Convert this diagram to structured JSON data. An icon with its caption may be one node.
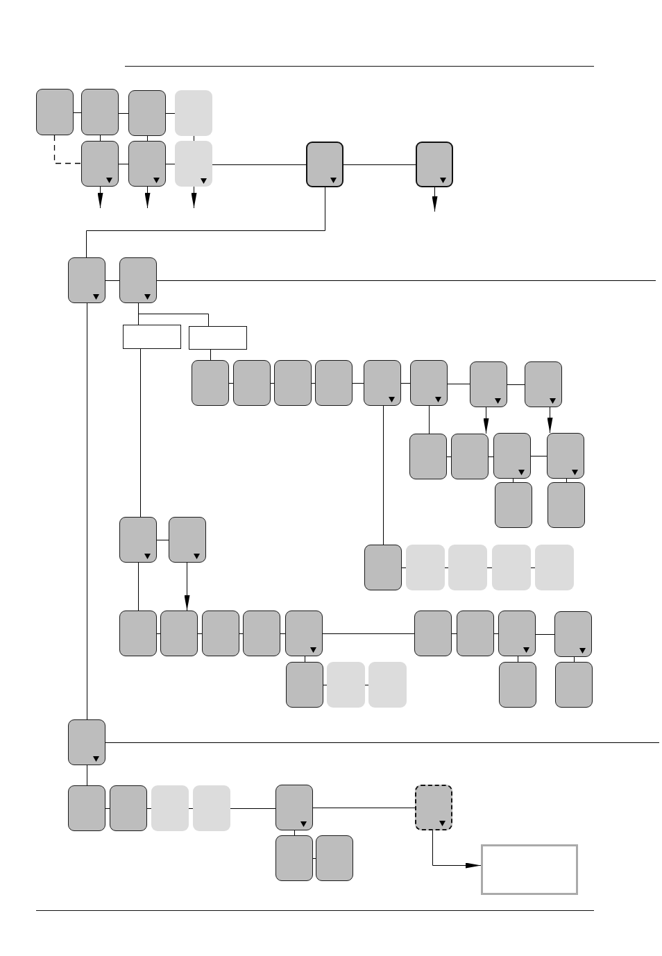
{
  "diagram": {
    "nodes": [
      {
        "text": [],
        "shape": "box"
      },
      {
        "text": [],
        "shape": "box"
      },
      {
        "text": [],
        "shape": "box"
      },
      {
        "text": [],
        "shape": "box"
      },
      {
        "text": [],
        "shape": "box"
      },
      {
        "text": [],
        "shape": "box"
      },
      {
        "text": [],
        "shape": "box"
      },
      {
        "text": [],
        "shape": "box"
      },
      {
        "text": [],
        "shape": "box"
      },
      {
        "text": [],
        "shape": "box"
      },
      {
        "text": [],
        "shape": "box"
      },
      {
        "text": [],
        "shape": "rectangle"
      },
      {
        "text": [],
        "shape": "rectangle"
      },
      {
        "text": [],
        "shape": "box"
      },
      {
        "text": [],
        "shape": "box"
      },
      {
        "text": [],
        "shape": "box"
      },
      {
        "text": [],
        "shape": "box"
      },
      {
        "text": [],
        "shape": "box"
      },
      {
        "text": [],
        "shape": "box"
      },
      {
        "text": [],
        "shape": "box"
      },
      {
        "text": [],
        "shape": "box"
      },
      {
        "text": [],
        "shape": "box"
      },
      {
        "text": [],
        "shape": "box"
      },
      {
        "text": [],
        "shape": "box"
      },
      {
        "text": [],
        "shape": "box"
      },
      {
        "text": [],
        "shape": "box"
      },
      {
        "text": [],
        "shape": "box"
      },
      {
        "text": [],
        "shape": "box"
      },
      {
        "text": [],
        "shape": "box"
      },
      {
        "text": [],
        "shape": "box"
      },
      {
        "text": [],
        "shape": "box"
      },
      {
        "text": [],
        "shape": "box"
      },
      {
        "text": [],
        "shape": "box"
      },
      {
        "text": [],
        "shape": "box"
      },
      {
        "text": [],
        "shape": "box"
      },
      {
        "text": [],
        "shape": "box"
      },
      {
        "text": [],
        "shape": "box"
      },
      {
        "text": [],
        "shape": "box"
      },
      {
        "text": [],
        "shape": "box"
      },
      {
        "text": [],
        "shape": "box"
      },
      {
        "text": [],
        "shape": "box"
      },
      {
        "text": [],
        "shape": "box"
      },
      {
        "text": [],
        "shape": "box"
      },
      {
        "text": [],
        "shape": "box"
      },
      {
        "text": [],
        "shape": "box"
      },
      {
        "text": [],
        "shape": "box"
      },
      {
        "text": [],
        "shape": "box"
      },
      {
        "text": [],
        "shape": "box"
      },
      {
        "text": [],
        "shape": "box"
      },
      {
        "text": [],
        "shape": "box"
      },
      {
        "text": [],
        "shape": "box"
      },
      {
        "text": [],
        "shape": "box"
      },
      {
        "text": [],
        "shape": "box"
      },
      {
        "text": [],
        "shape": "box"
      },
      {
        "text": [],
        "shape": "box"
      },
      {
        "text": [],
        "shape": "box"
      },
      {
        "text": [],
        "shape": "box"
      },
      {
        "text": [],
        "shape": "rectangle"
      }
    ],
    "edges": [
      {
        "from": 0,
        "to": 1,
        "arrow": "none"
      },
      {
        "from": 1,
        "to": 2,
        "arrow": "none"
      },
      {
        "from": 2,
        "to": 3,
        "arrow": "none"
      },
      {
        "from": 1,
        "to": 4,
        "arrow": "none"
      },
      {
        "from": 2,
        "to": 5,
        "arrow": "none"
      },
      {
        "from": 3,
        "to": 6,
        "arrow": "none"
      },
      {
        "from": 0,
        "to": 4,
        "arrow": "none",
        "style": "dashed"
      },
      {
        "from": 4,
        "to": 5,
        "arrow": "none"
      },
      {
        "from": 5,
        "to": 6,
        "arrow": "none"
      },
      {
        "from": 6,
        "to": 7,
        "arrow": "none"
      },
      {
        "from": 7,
        "to": 8,
        "arrow": "none"
      },
      {
        "from": 4,
        "to": null,
        "arrow": "to"
      },
      {
        "from": 5,
        "to": null,
        "arrow": "to"
      },
      {
        "from": 6,
        "to": null,
        "arrow": "to"
      },
      {
        "from": 8,
        "to": null,
        "arrow": "to"
      },
      {
        "from": 7,
        "to": 9,
        "arrow": "none"
      },
      {
        "from": 9,
        "to": 10,
        "arrow": "none"
      },
      {
        "from": 10,
        "to": null,
        "arrow": "none"
      },
      {
        "from": 9,
        "to": 48,
        "arrow": "none"
      },
      {
        "from": 10,
        "to": 11,
        "arrow": "none"
      },
      {
        "from": 10,
        "to": 12,
        "arrow": "none"
      },
      {
        "from": 12,
        "to": 13,
        "arrow": "none"
      },
      {
        "from": 13,
        "to": 14,
        "arrow": "none"
      },
      {
        "from": 14,
        "to": 15,
        "arrow": "none"
      },
      {
        "from": 15,
        "to": 16,
        "arrow": "none"
      },
      {
        "from": 16,
        "to": 17,
        "arrow": "none"
      },
      {
        "from": 17,
        "to": 18,
        "arrow": "none"
      },
      {
        "from": 18,
        "to": 19,
        "arrow": "none"
      },
      {
        "from": 19,
        "to": 20,
        "arrow": "none"
      },
      {
        "from": 19,
        "to": 22,
        "arrow": "to"
      },
      {
        "from": 20,
        "to": 24,
        "arrow": "to"
      },
      {
        "from": 18,
        "to": 21,
        "arrow": "none"
      },
      {
        "from": 21,
        "to": 22,
        "arrow": "none"
      },
      {
        "from": 22,
        "to": 23,
        "arrow": "none"
      },
      {
        "from": 23,
        "to": 24,
        "arrow": "none"
      },
      {
        "from": 23,
        "to": 25,
        "arrow": "none"
      },
      {
        "from": 24,
        "to": 26,
        "arrow": "none"
      },
      {
        "from": 17,
        "to": 29,
        "arrow": "none"
      },
      {
        "from": 29,
        "to": 30,
        "arrow": "none"
      },
      {
        "from": 30,
        "to": 31,
        "arrow": "none"
      },
      {
        "from": 31,
        "to": 32,
        "arrow": "none"
      },
      {
        "from": 32,
        "to": 33,
        "arrow": "none"
      },
      {
        "from": 11,
        "to": 27,
        "arrow": "none"
      },
      {
        "from": 27,
        "to": 28,
        "arrow": "none"
      },
      {
        "from": 28,
        "to": 35,
        "arrow": "to"
      },
      {
        "from": 27,
        "to": 34,
        "arrow": "none"
      },
      {
        "from": 34,
        "to": 35,
        "arrow": "none"
      },
      {
        "from": 35,
        "to": 36,
        "arrow": "none"
      },
      {
        "from": 36,
        "to": 37,
        "arrow": "none"
      },
      {
        "from": 37,
        "to": 38,
        "arrow": "none"
      },
      {
        "from": 38,
        "to": 39,
        "arrow": "none"
      },
      {
        "from": 39,
        "to": 40,
        "arrow": "none"
      },
      {
        "from": 40,
        "to": 41,
        "arrow": "none"
      },
      {
        "from": 41,
        "to": 42,
        "arrow": "none"
      },
      {
        "from": 38,
        "to": 43,
        "arrow": "none"
      },
      {
        "from": 43,
        "to": 44,
        "arrow": "none"
      },
      {
        "from": 44,
        "to": 45,
        "arrow": "none"
      },
      {
        "from": 41,
        "to": 46,
        "arrow": "none"
      },
      {
        "from": 42,
        "to": 47,
        "arrow": "none"
      },
      {
        "from": 48,
        "to": null,
        "arrow": "none"
      },
      {
        "from": 48,
        "to": 49,
        "arrow": "none"
      },
      {
        "from": 49,
        "to": 50,
        "arrow": "none"
      },
      {
        "from": 50,
        "to": 51,
        "arrow": "none"
      },
      {
        "from": 51,
        "to": 52,
        "arrow": "none"
      },
      {
        "from": 52,
        "to": 53,
        "arrow": "none"
      },
      {
        "from": 53,
        "to": 54,
        "arrow": "none"
      },
      {
        "from": 53,
        "to": 55,
        "arrow": "none"
      },
      {
        "from": 55,
        "to": 56,
        "arrow": "none"
      },
      {
        "from": 54,
        "to": 57,
        "arrow": "to"
      }
    ]
  }
}
